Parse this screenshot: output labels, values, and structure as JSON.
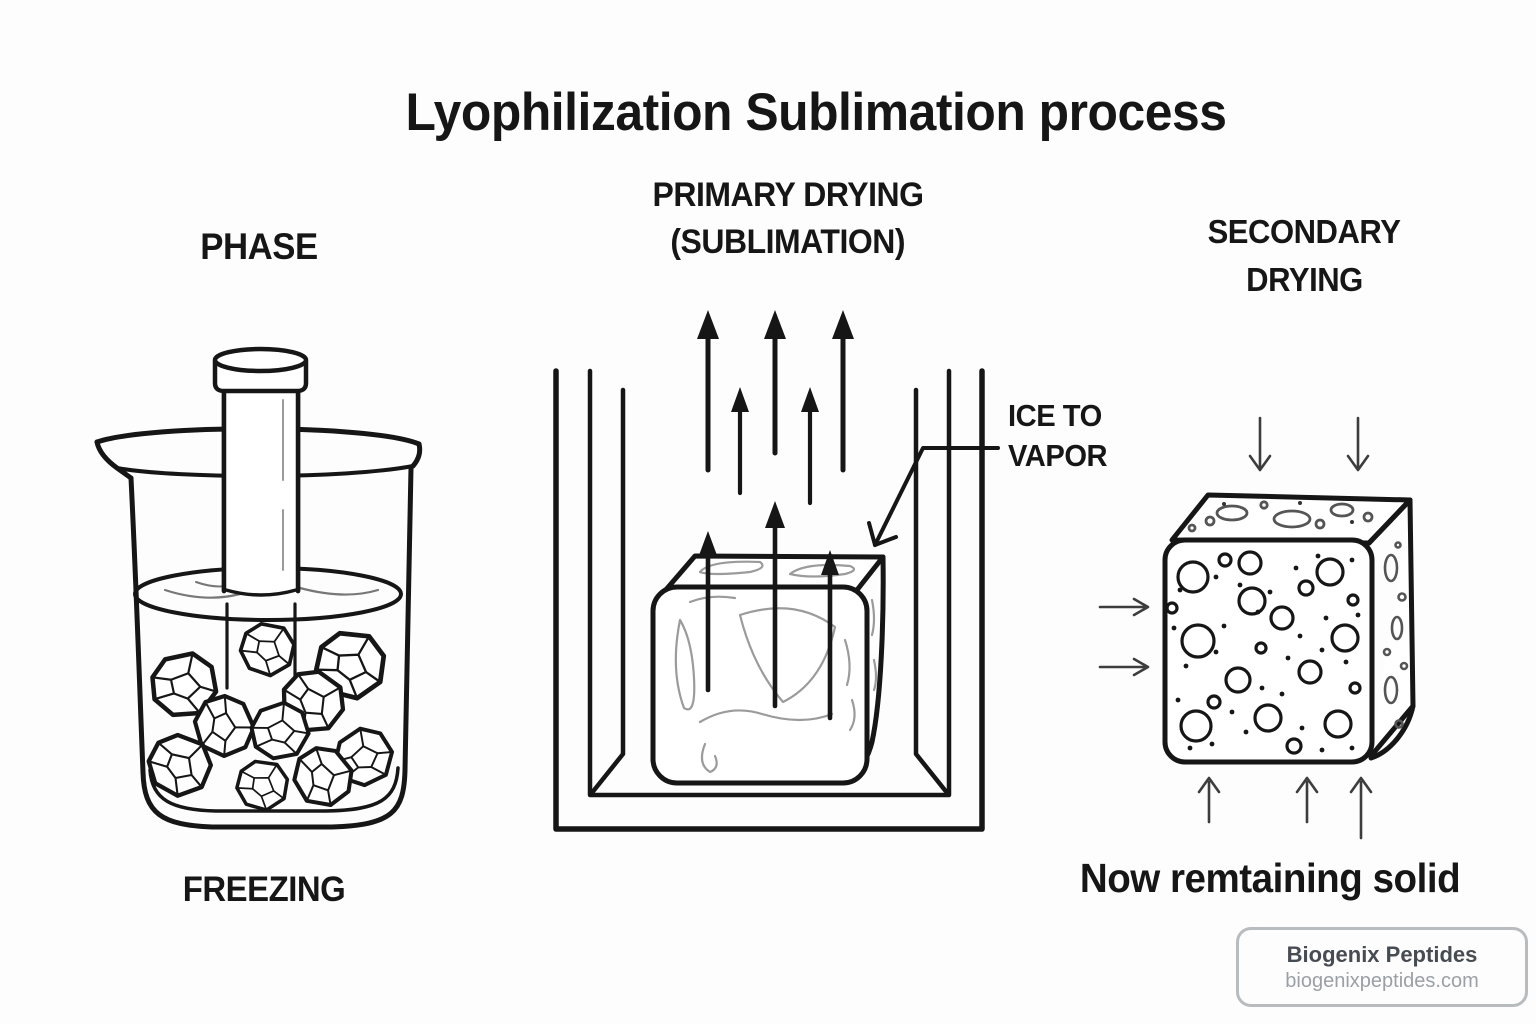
{
  "title": "Lyophilization Sublimation process",
  "sections": {
    "freezing": {
      "top_label": "PHASE",
      "bottom_label": "FREEZING"
    },
    "primary": {
      "label_line1": "PRIMARY DRYING",
      "label_line2": "(SUBLIMATION)",
      "annotation_line1": "ICE TO",
      "annotation_line2": "VAPOR"
    },
    "secondary": {
      "label_line1": "SECONDARY",
      "label_line2": "DRYING",
      "caption": "Now remtaining solid"
    }
  },
  "badge": {
    "name": "Biogenix Peptides",
    "url": "biogenixpeptides.com"
  },
  "colors": {
    "ink": "#161616",
    "texture_gray": "#999999",
    "thin_arrow": "#3d3d3d",
    "badge_border": "#b9bcbf",
    "background": "#fdfdfd"
  }
}
